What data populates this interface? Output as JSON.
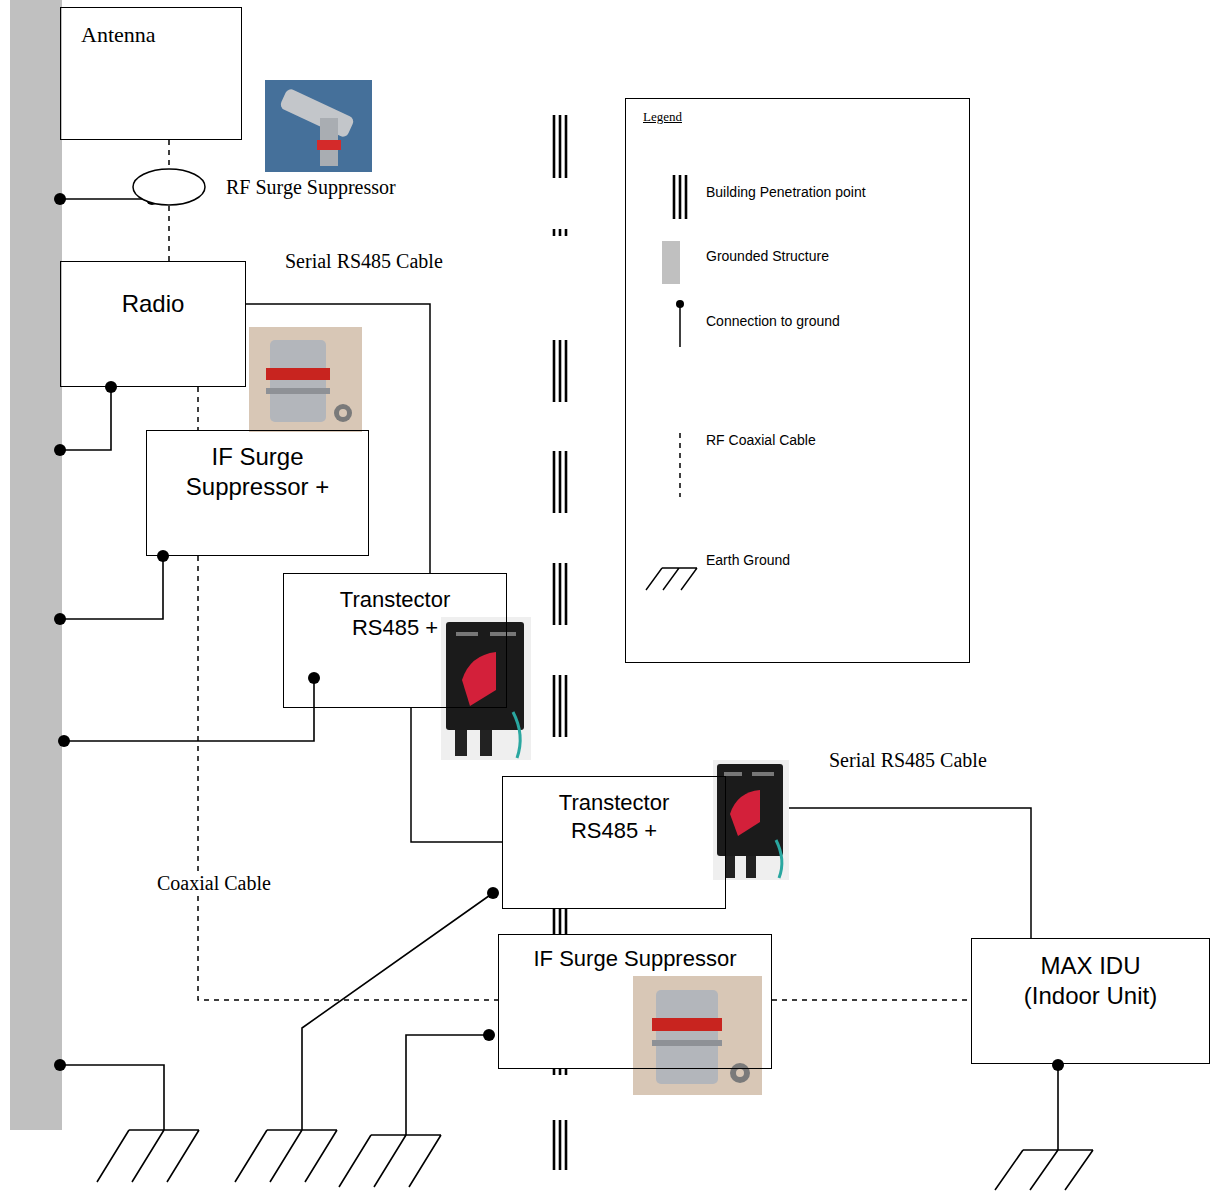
{
  "diagram": {
    "nodes": [
      {
        "text": [
          "Antenna"
        ]
      },
      {
        "text": [
          "RF Surge Suppressor"
        ]
      },
      {
        "text": [
          "Radio"
        ]
      },
      {
        "text": [
          "IF Surge Suppressor +"
        ]
      },
      {
        "text": [
          "Transtector RS485 +"
        ]
      },
      {
        "text": [
          "Transtector RS485 +"
        ]
      },
      {
        "text": [
          "IF Surge Suppressor"
        ]
      },
      {
        "text": [
          "MAX IDU (Indoor Unit)"
        ]
      }
    ],
    "edges": [
      {
        "from": 0,
        "to": 1,
        "arrow": "none"
      },
      {
        "from": 1,
        "to": 2,
        "arrow": "none"
      },
      {
        "from": 2,
        "to": 3,
        "arrow": "none"
      },
      {
        "from": 2,
        "to": 4,
        "arrow": "none",
        "label": "Serial RS485 Cable"
      },
      {
        "from": 3,
        "to": 6,
        "arrow": "none",
        "label": "Coaxial Cable"
      },
      {
        "from": 6,
        "to": 7,
        "arrow": "none"
      },
      {
        "from": 4,
        "to": 5,
        "arrow": "none"
      },
      {
        "from": 5,
        "to": 7,
        "arrow": "none",
        "label": "Serial RS485 Cable"
      }
    ],
    "labels": [
      "Legend"
    ],
    "legend": [
      {
        "text": "Building Penetration point"
      },
      {
        "text": "Grounded Structure",
        "color": "#c0c0c0"
      },
      {
        "text": "Connection to ground"
      },
      {
        "text": "RF Coaxial Cable"
      },
      {
        "text": "Earth Ground"
      }
    ]
  }
}
